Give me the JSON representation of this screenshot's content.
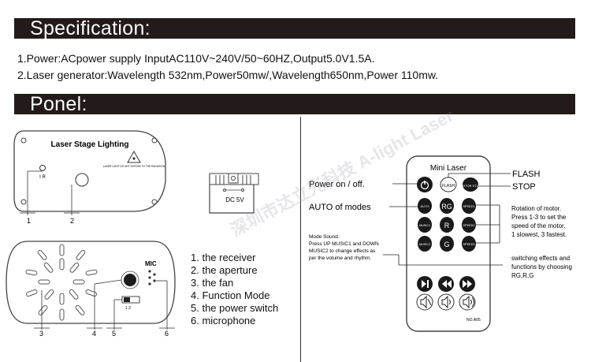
{
  "spec": {
    "title": "Specification:",
    "line1": "1.Power:ACpower supply InputAC110V~240V/50~60HZ,Output5.0V1.5A.",
    "line2": "2.Laser generator:Wavelength 532nm,Power50mw/,Wavelength650nm,Power 110mw."
  },
  "panel": {
    "title": "Ponel:",
    "front_label": "Laser Stage Lighting",
    "ir_label": "I R",
    "warning_text": "LASER LIGHT DO NOT EXPOSE TO THE RADIATION",
    "callout_1": "1",
    "callout_2": "2",
    "dc_label": "DC 5V",
    "mic_label": "MIC",
    "switch_label": "1  2",
    "callout_3": "3",
    "callout_4": "4",
    "callout_5": "5",
    "callout_6": "6",
    "legend": [
      "1. the receiver",
      "2. the aperture",
      "3. the fan",
      "4. Function Mode",
      "5. the power switch",
      "6. microphone"
    ]
  },
  "remote": {
    "title": "Mini Laser",
    "flash_small": "FLASH",
    "motor_stop_small": "MOTOR STOP",
    "auto_small": "AUTO",
    "music1_small": "MUSIC1",
    "music2_small": "MUSIC2",
    "rg_btn": "RG",
    "r_btn": "R",
    "g_btn": "G",
    "speed1_small": "SPEED1",
    "speed2_small": "SPEED2",
    "speed3_small": "SPEED3",
    "model_no": "NO.A05",
    "annot_power": "Power on / off.",
    "annot_auto": "AUTO  of modes",
    "annot_mode_sound": [
      "Mode Sound.",
      "Press UP MUSIC1 and DOWN",
      "MUSIC2 to change effects as",
      "per the volume and rhythm."
    ],
    "annot_flash": "FLASH",
    "annot_stop": "STOP",
    "annot_rotation": [
      "Rotation of motor.",
      "Press 1-3 to set the",
      "speed of the motor,",
      "1 slowest, 3 fastest."
    ],
    "annot_switching": [
      "switching effects and",
      "functions by choosing",
      "RG,R,G"
    ]
  },
  "watermark": "深圳市达立光科技  A-light Laser"
}
